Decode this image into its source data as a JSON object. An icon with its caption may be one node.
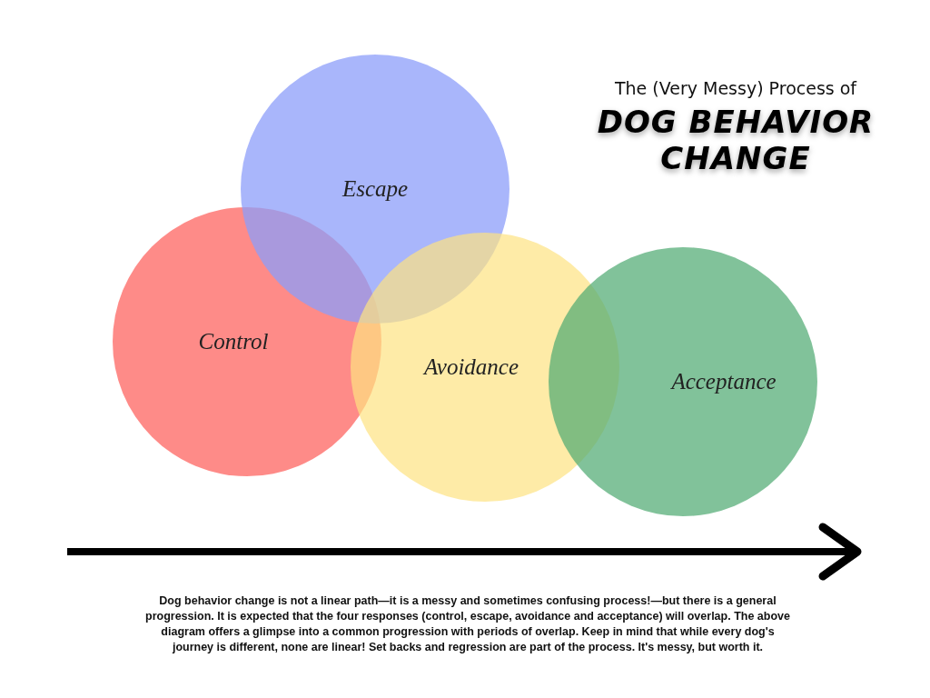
{
  "diagram": {
    "title": "DOG BEHAVIOR CHANGE",
    "caption": "Dog behavior change is not a linear path—it is a messy and sometimes confusing process!—but there is a general progression. It is expected that the four responses (control, escape, avoidance and acceptance) will overlap. The above diagram offers a glimpse into a common progression with periods of overlap. Keep in mind that while every dog's journey is different, none are linear! Set backs and regression are part of the process. It's messy, but worth it.",
    "nodes": [
      {
        "text": [
          "Escape"
        ]
      },
      {
        "text": [
          "Control"
        ]
      },
      {
        "text": [
          "Avoidance"
        ]
      },
      {
        "text": [
          "Acceptance"
        ]
      }
    ],
    "edges": [],
    "labels": [
      "The (Very Messy) Process of"
    ]
  }
}
